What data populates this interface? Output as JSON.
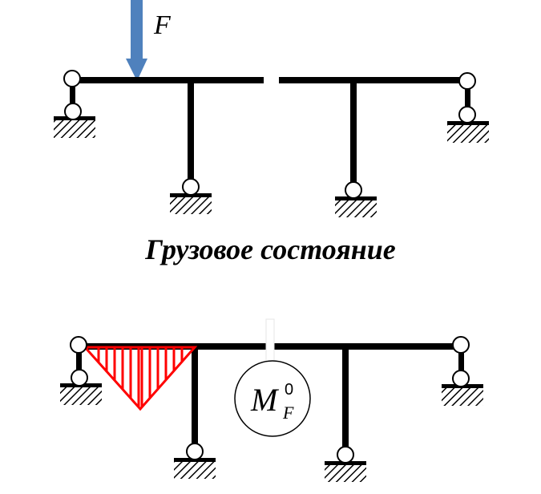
{
  "diagram": {
    "force_label": "F",
    "caption": "Грузовое состояние",
    "moment_label": {
      "main": "M",
      "subscript": "F",
      "superscript": "0"
    },
    "colors": {
      "structure": "#000000",
      "force_arrow": "#4f81bd",
      "moment_diagram": "#ff0000"
    }
  }
}
